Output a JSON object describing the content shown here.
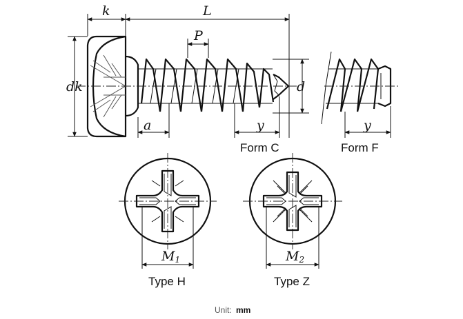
{
  "labels": {
    "k": "k",
    "L": "L",
    "P": "P",
    "dk": "dk",
    "d": "d",
    "a": "a",
    "y_c": "y",
    "y_f": "y",
    "m1": "M",
    "m1_sub": "1",
    "m2": "M",
    "m2_sub": "2"
  },
  "captions": {
    "form_c": "Form C",
    "form_f": "Form F",
    "type_h": "Type H",
    "type_z": "Type Z"
  },
  "unit": {
    "label": "Unit:",
    "value": "mm"
  }
}
